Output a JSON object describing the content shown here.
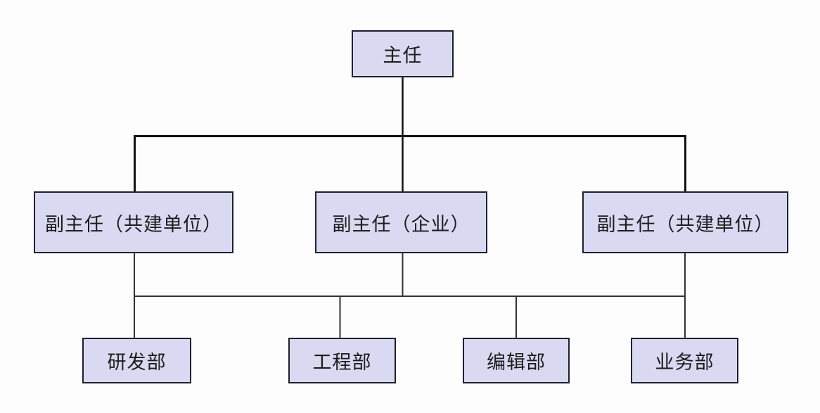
{
  "diagram": {
    "type": "org-chart",
    "root": {
      "label": "主任"
    },
    "level2": [
      {
        "label": "副主任（共建单位）"
      },
      {
        "label": "副主任（企业）"
      },
      {
        "label": "副主任（共建单位）"
      }
    ],
    "level3": [
      {
        "label": "研发部"
      },
      {
        "label": "工程部"
      },
      {
        "label": "编辑部"
      },
      {
        "label": "业务部"
      }
    ],
    "colors": {
      "background": "#fdfdfd",
      "node_fill": "#d9daf2",
      "node_border": "#20202e",
      "connector": "#333333",
      "connector_strong": "#121212",
      "text": "#1c1c1c"
    }
  }
}
